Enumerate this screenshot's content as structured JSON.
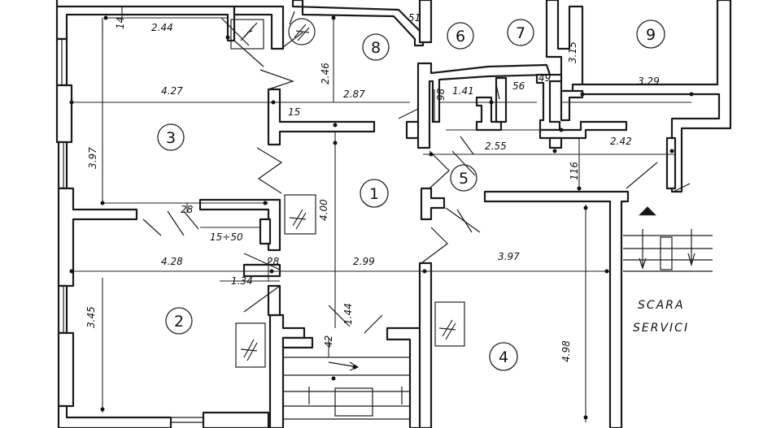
{
  "rooms": [
    {
      "id": "1",
      "label": "1"
    },
    {
      "id": "2",
      "label": "2"
    },
    {
      "id": "3",
      "label": "3"
    },
    {
      "id": "4",
      "label": "4"
    },
    {
      "id": "5",
      "label": "5"
    },
    {
      "id": "6",
      "label": "6"
    },
    {
      "id": "7",
      "label": "7"
    },
    {
      "id": "8",
      "label": "8"
    },
    {
      "id": "9",
      "label": "9"
    }
  ],
  "dimensions": {
    "d_244": "2.44",
    "d_14": "14",
    "d_246": "2.46",
    "d_51": "51",
    "d_315": "3.15",
    "d_427": "4.27",
    "d_287": "2.87",
    "d_15": "15",
    "d_98": "98",
    "d_141": "1.41",
    "d_56": "56",
    "d_49": "49",
    "d_329": "3.29",
    "d_397_left": "3.97",
    "d_255": "2.55",
    "d_242": "2.42",
    "d_116": "116",
    "d_400": "4.00",
    "d_28_a": "28",
    "d_1550": "15÷50",
    "d_428": "4.28",
    "d_28_b": "28",
    "d_299": "2.99",
    "d_397_right": "3.97",
    "d_134": "1.34",
    "d_345": "3.45",
    "d_144": "1.44",
    "d_42": "42",
    "d_498": "4.98"
  },
  "labels": {
    "scara_line1": "SCARA",
    "scara_line2": "SERVICI"
  }
}
